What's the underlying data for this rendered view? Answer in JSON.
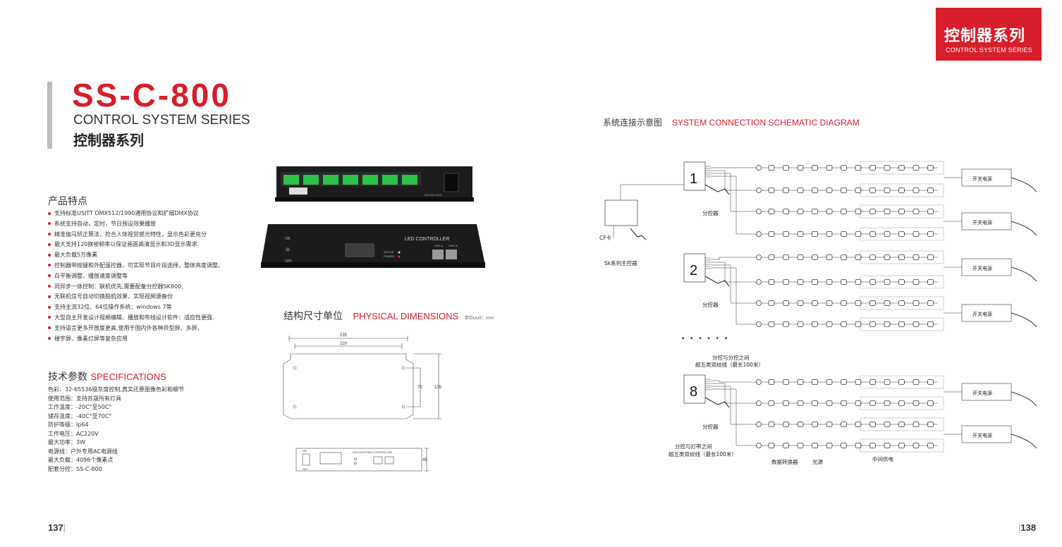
{
  "brand_badge": {
    "zh": "控制器系列",
    "en": "CONTROL SYSTEM SERIES"
  },
  "title": {
    "model": "SS-C-800",
    "series_en": "CONTROL SYSTEM SERIES",
    "series_zh": "控制器系列"
  },
  "features": {
    "heading": "产品特点",
    "items": [
      "支持标准USITT DMX512/1990通用协议和扩展DMX协议",
      "系统支持自动，定时，节日预设效果播放",
      "精准伽马矫正算法，符合人体视觉感光特性，显示色彩更充分",
      "最大支持120换帧频率以保证画面高清显示和3D显示需求.",
      "最大负载5万像素",
      "控制器带按键和外配遥控器，可实现节目片段选择、整体亮度调整、",
      "白平衡调整、播放速度调整等",
      "同异步一体控制：联机优先,需要配备分控器SK800,",
      "无联机信号自动切换脱机效果，实现视频源备份",
      "支持主流32位、64位操作系统：windows 7等",
      "大型自主开发设计视频编辑、播放和布线设计软件：适应性更强.",
      "支持语言更多开放度更高,使用于国内外各种异型屏、多屏、",
      "楼宇屏、像素灯屏等复杂应用"
    ]
  },
  "specs": {
    "heading_zh": "技术参数",
    "heading_en": "SPECIFICATIONS",
    "items": [
      "色彩：32-65536级灰度控制,真实还原图像色彩和细节",
      "使用范围：支持苏晟所有灯具",
      "工作温度：-20C°至50C°",
      "储存温度：-40C°至70C°",
      "防护等级：Ip64",
      "工作电压：AC220V",
      "最大功率：3W",
      "电源线：户外专用AC电源线",
      "最大负载：4096个像素点",
      "配套分控：SS-C-800"
    ]
  },
  "product_photo": {
    "front_label": "LED CONTROLLER",
    "on": "ON",
    "off": "OFF",
    "active": "ACTIVE",
    "power": "POWER",
    "link_a": "LINK A",
    "link_b": "LINK B",
    "ac_label": "AC100V-240V"
  },
  "dimensions": {
    "heading_zh": "结构尺寸单位",
    "heading_en": "PHYSICAL DIMENSIONS",
    "unit": "单位Uuit：mm",
    "outer_width": "235",
    "inner_width": "220",
    "inner_height": "75",
    "outer_height": "135",
    "front_height": "45",
    "front_label": "LED LIGHTING CONTROLLER",
    "on": "ON",
    "off": "OFF"
  },
  "schematic": {
    "heading_zh": "系统连接示意图",
    "heading_en": "SYSTEM CONNECTION SCHEMATIC DIAGRAM",
    "sub_label": "分控器",
    "power_supply": "开关电源",
    "cf_card": "CF卡",
    "main_controller": "Sk系列主控器",
    "cable_between_sub": "分控与分控之间",
    "cable_between_sub_2": "超五类双绞线（最长100米）",
    "cable_sub_to_strip": "分控与灯带之间",
    "cable_sub_to_strip_2": "超五类双绞线（最长100米）",
    "converter": "数据转换器",
    "light_source": "光源",
    "mid_power": "中间供电",
    "ellipsis": "• • •      • • •",
    "sub_numbers": [
      "1",
      "2",
      "8"
    ]
  },
  "page_numbers": {
    "left": "137",
    "right": "138"
  }
}
